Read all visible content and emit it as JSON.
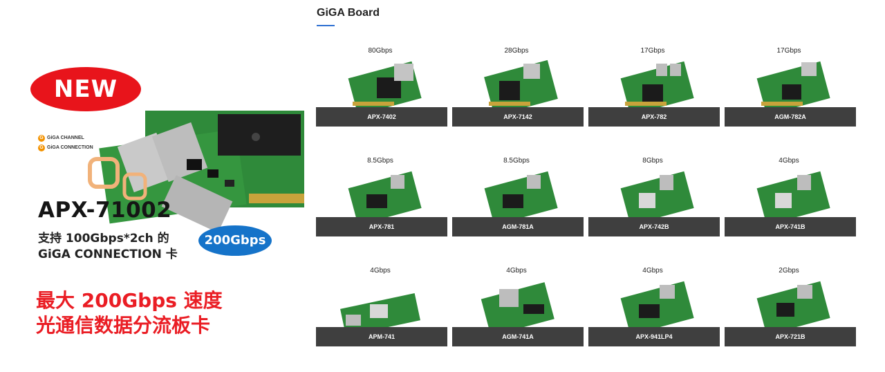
{
  "promo": {
    "badge_new": "NEW",
    "logo_line1": "GiGA CHANNEL",
    "logo_line2": "GiGA CONNECTION",
    "model": "APX-71002",
    "spec_line1": "支持 100Gbps*2ch 的",
    "spec_line2": "GiGA CONNECTION 卡",
    "speed_badge": "200Gbps",
    "tagline1": "最大 200Gbps 速度",
    "tagline2": "光通信数据分流板卡",
    "colors": {
      "badge_red": "#e8141b",
      "badge_blue": "#1573c9",
      "tagline_red": "#ea1d24",
      "pcb_green": "#2f8a3a"
    }
  },
  "catalog": {
    "title": "GiGA Board",
    "accent": "#2d6fd1",
    "items": [
      {
        "speed": "80Gbps",
        "name": "APX-7402"
      },
      {
        "speed": "28Gbps",
        "name": "APX-7142"
      },
      {
        "speed": "17Gbps",
        "name": "APX-782"
      },
      {
        "speed": "17Gbps",
        "name": "AGM-782A"
      },
      {
        "speed": "8.5Gbps",
        "name": "APX-781"
      },
      {
        "speed": "8.5Gbps",
        "name": "AGM-781A"
      },
      {
        "speed": "8Gbps",
        "name": "APX-742B"
      },
      {
        "speed": "4Gbps",
        "name": "APX-741B"
      },
      {
        "speed": "4Gbps",
        "name": "APM-741"
      },
      {
        "speed": "4Gbps",
        "name": "AGM-741A"
      },
      {
        "speed": "4Gbps",
        "name": "APX-941LP4"
      },
      {
        "speed": "2Gbps",
        "name": "APX-721B"
      }
    ]
  }
}
